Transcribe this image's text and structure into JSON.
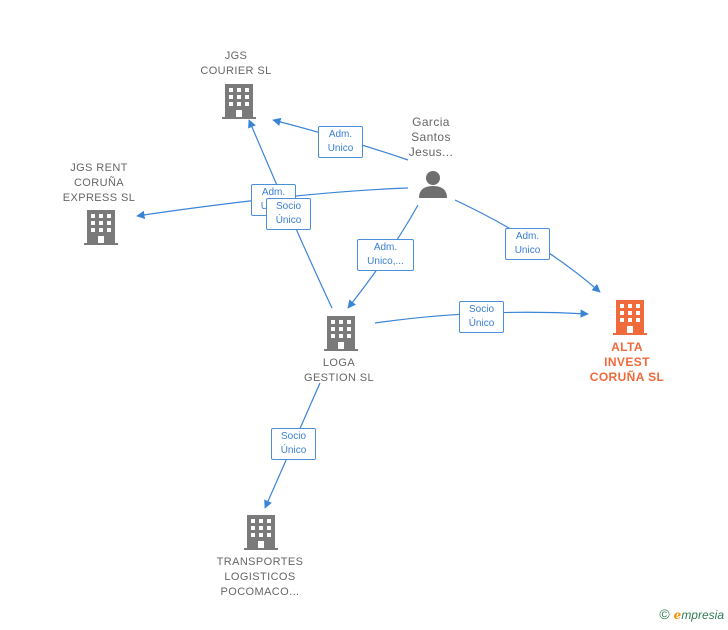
{
  "colors": {
    "company": "#7a7a7a",
    "company_highlight": "#f06a3b",
    "person": "#6f6f6f",
    "edge": "#3a84d6",
    "brand_green": "#2f7a55",
    "brand_orange": "#f39200"
  },
  "nodes": {
    "jgs_courier": {
      "lines": [
        "JGS",
        "COURIER  SL"
      ],
      "icon": "building-icon"
    },
    "jgs_rent": {
      "lines": [
        "JGS RENT",
        "CORUÑA",
        "EXPRESS  SL"
      ],
      "icon": "building-icon"
    },
    "person": {
      "lines": [
        "Garcia",
        "Santos",
        "Jesus..."
      ],
      "icon": "person-icon"
    },
    "loga": {
      "lines": [
        "LOGA",
        "GESTION SL"
      ],
      "icon": "building-icon"
    },
    "alta": {
      "lines": [
        "ALTA",
        "INVEST",
        "CORUÑA  SL"
      ],
      "icon": "building-icon"
    },
    "transportes": {
      "lines": [
        "TRANSPORTES",
        "LOGISTICOS",
        "POCOMACO..."
      ],
      "icon": "building-icon"
    }
  },
  "edges": {
    "adm_courier": {
      "lines": [
        "Adm.",
        "Unico"
      ]
    },
    "adm_rent": {
      "lines": [
        "Adm.",
        "Unico"
      ]
    },
    "socio_courier": {
      "lines": [
        "Socio",
        "Único"
      ]
    },
    "adm_loga": {
      "lines": [
        "Adm.",
        "Unico,..."
      ]
    },
    "adm_alta": {
      "lines": [
        "Adm.",
        "Unico"
      ]
    },
    "socio_alta": {
      "lines": [
        "Socio",
        "Único"
      ]
    },
    "socio_transportes": {
      "lines": [
        "Socio",
        "Único"
      ]
    }
  },
  "brand": {
    "copyright": "©",
    "initial": "e",
    "rest": "mpresia"
  }
}
